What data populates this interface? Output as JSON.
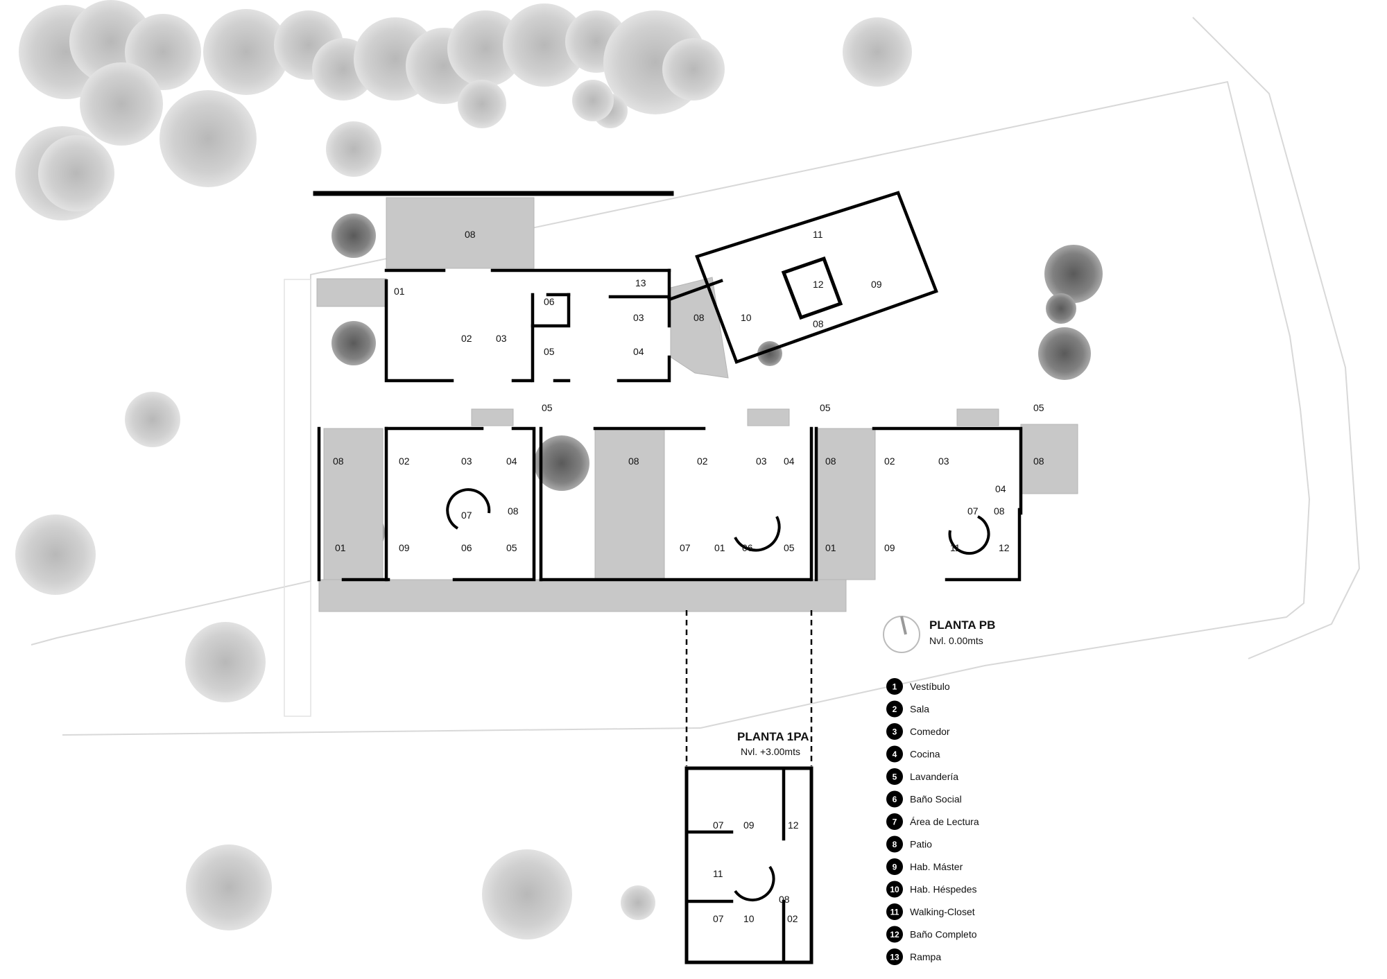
{
  "diagram": {
    "ground_floor": {
      "title": "PLANTA PB",
      "level": "Nvl. 0.00mts"
    },
    "first_floor": {
      "title": "PLANTA 1PA",
      "level": "Nvl. +3.00mts"
    },
    "legend": [
      {
        "num": "1",
        "label": "Vestíbulo"
      },
      {
        "num": "2",
        "label": "Sala"
      },
      {
        "num": "3",
        "label": "Comedor"
      },
      {
        "num": "4",
        "label": "Cocina"
      },
      {
        "num": "5",
        "label": "Lavandería"
      },
      {
        "num": "6",
        "label": "Baño Social"
      },
      {
        "num": "7",
        "label": "Área de Lectura"
      },
      {
        "num": "8",
        "label": "Patio"
      },
      {
        "num": "9",
        "label": "Hab. Máster"
      },
      {
        "num": "10",
        "label": "Hab. Héspedes"
      },
      {
        "num": "11",
        "label": "Walking-Closet"
      },
      {
        "num": "12",
        "label": "Baño Completo"
      },
      {
        "num": "13",
        "label": "Rampa"
      }
    ],
    "room_labels": [
      "08",
      "01",
      "02",
      "03",
      "06",
      "05",
      "13",
      "03",
      "04",
      "08",
      "10",
      "11",
      "12",
      "09",
      "08",
      "05",
      "05",
      "05",
      "08",
      "02",
      "03",
      "04",
      "07",
      "08",
      "01",
      "09",
      "06",
      "05",
      "08",
      "02",
      "03",
      "04",
      "07",
      "01",
      "06",
      "05",
      "08",
      "02",
      "03",
      "04",
      "07",
      "08",
      "01",
      "09",
      "11",
      "12",
      "08",
      "07",
      "09",
      "12",
      "11",
      "08",
      "07",
      "10",
      "02"
    ]
  }
}
